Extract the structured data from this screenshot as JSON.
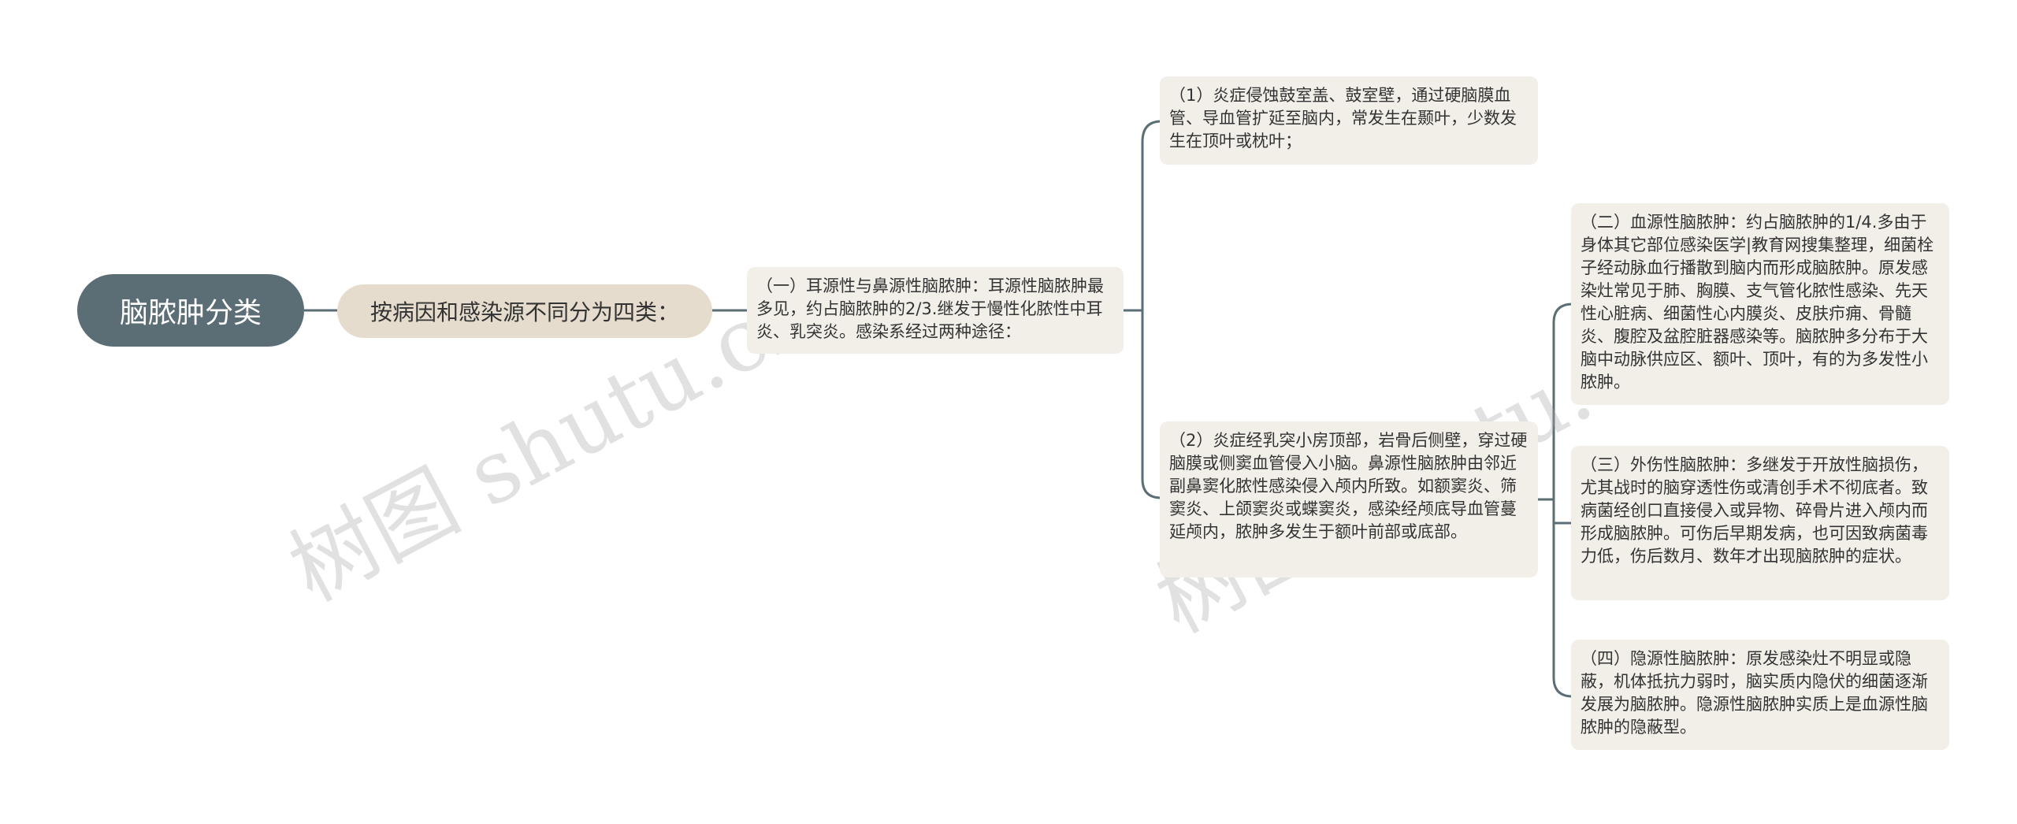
{
  "colors": {
    "root_bg": "#5b6e76",
    "sub_bg": "#e6dccd",
    "leaf_bg": "#f2efe8",
    "line": "#5b6e76"
  },
  "root": {
    "label": "脑脓肿分类"
  },
  "sub": {
    "label": "按病因和感染源不同分为四类："
  },
  "ear": {
    "text": "（一）耳源性与鼻源性脑脓肿：耳源性脑脓肿最多见，约占脑脓肿的2/3.继发于慢性化脓性中耳炎、乳突炎。感染系经过两种途径："
  },
  "path1": {
    "text": "（1）炎症侵蚀鼓室盖、鼓室壁，通过硬脑膜血管、导血管扩延至脑内，常发生在颞叶，少数发生在顶叶或枕叶；"
  },
  "path2": {
    "text": "（2）炎症经乳突小房顶部，岩骨后侧壁，穿过硬脑膜或侧窦血管侵入小脑。鼻源性脑脓肿由邻近副鼻窦化脓性感染侵入颅内所致。如额窦炎、筛窦炎、上颌窦炎或蝶窦炎，感染经颅底导血管蔓延颅内，脓肿多发生于额叶前部或底部。"
  },
  "blood": {
    "text": "（二）血源性脑脓肿：约占脑脓肿的1/4.多由于身体其它部位感染医学|教育网搜集整理，细菌栓子经动脉血行播散到脑内而形成脑脓肿。原发感染灶常见于肺、胸膜、支气管化脓性感染、先天性心脏病、细菌性心内膜炎、皮肤疖痈、骨髓炎、腹腔及盆腔脏器感染等。脑脓肿多分布于大脑中动脉供应区、额叶、顶叶，有的为多发性小脓肿。"
  },
  "trauma": {
    "text": "（三）外伤性脑脓肿：多继发于开放性脑损伤，尤其战时的脑穿透性伤或清创手术不彻底者。致病菌经创口直接侵入或异物、碎骨片进入颅内而形成脑脓肿。可伤后早期发病，也可因致病菌毒力低，伤后数月、数年才出现脑脓肿的症状。"
  },
  "hidden": {
    "text": "（四）隐源性脑脓肿：原发感染灶不明显或隐蔽，机体抵抗力弱时，脑实质内隐伏的细菌逐渐发展为脑脓肿。隐源性脑脓肿实质上是血源性脑脓肿的隐蔽型。"
  },
  "watermarks": {
    "a": "树图 shutu.cn",
    "b": "树图 shutu.cn"
  }
}
